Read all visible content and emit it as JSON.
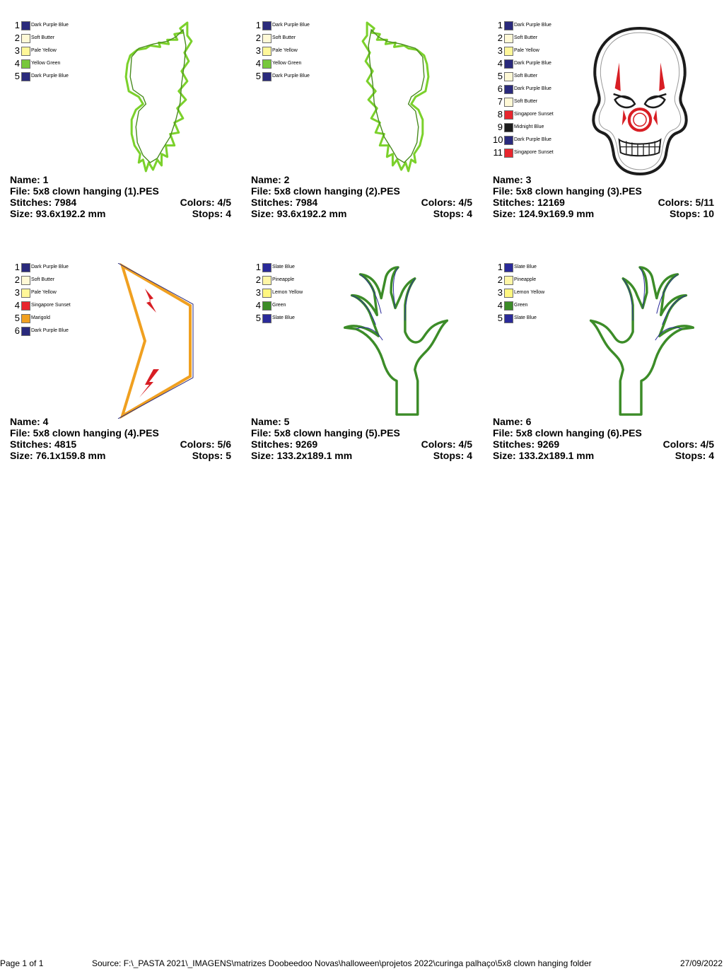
{
  "colors": {
    "Dark Purple Blue": "#2a2a7c",
    "Soft Butter": "#fff9d6",
    "Pale Yellow": "#fff799",
    "Yellow Green": "#78c83c",
    "Singapore Sunset": "#e8262e",
    "Midnight Blue": "#1c1c1c",
    "Marigold": "#f0a020",
    "Slate Blue": "#2a2a9a",
    "Pineapple": "#fff6a6",
    "Lemon Yellow": "#fff780",
    "Green": "#3c8c28"
  },
  "cards": [
    {
      "palette": [
        {
          "num": "1",
          "name": "Dark Purple Blue"
        },
        {
          "num": "2",
          "name": "Soft Butter"
        },
        {
          "num": "3",
          "name": "Pale Yellow"
        },
        {
          "num": "4",
          "name": "Yellow Green"
        },
        {
          "num": "5",
          "name": "Dark Purple Blue"
        }
      ],
      "name": "Name: 1",
      "file": "File: 5x8 clown hanging (1).PES",
      "stitches": "Stitches: 7984",
      "colors": "Colors: 4/5",
      "size": "Size: 93.6x192.2 mm",
      "stops": "Stops: 4"
    },
    {
      "palette": [
        {
          "num": "1",
          "name": "Dark Purple Blue"
        },
        {
          "num": "2",
          "name": "Soft Butter"
        },
        {
          "num": "3",
          "name": "Pale Yellow"
        },
        {
          "num": "4",
          "name": "Yellow Green"
        },
        {
          "num": "5",
          "name": "Dark Purple Blue"
        }
      ],
      "name": "Name: 2",
      "file": "File: 5x8 clown hanging (2).PES",
      "stitches": "Stitches: 7984",
      "colors": "Colors: 4/5",
      "size": "Size: 93.6x192.2 mm",
      "stops": "Stops: 4"
    },
    {
      "palette": [
        {
          "num": "1",
          "name": "Dark Purple Blue"
        },
        {
          "num": "2",
          "name": "Soft Butter"
        },
        {
          "num": "3",
          "name": "Pale Yellow"
        },
        {
          "num": "4",
          "name": "Dark Purple Blue"
        },
        {
          "num": "5",
          "name": "Soft Butter"
        },
        {
          "num": "6",
          "name": "Dark Purple Blue"
        },
        {
          "num": "7",
          "name": "Soft Butter"
        },
        {
          "num": "8",
          "name": "Singapore Sunset"
        },
        {
          "num": "9",
          "name": "Midnight Blue"
        },
        {
          "num": "10",
          "name": "Dark Purple Blue"
        },
        {
          "num": "11",
          "name": "Singapore Sunset"
        }
      ],
      "name": "Name: 3",
      "file": "File: 5x8 clown hanging (3).PES",
      "stitches": "Stitches: 12169",
      "colors": "Colors: 5/11",
      "size": "Size: 124.9x169.9 mm",
      "stops": "Stops: 10"
    },
    {
      "palette": [
        {
          "num": "1",
          "name": "Dark Purple Blue"
        },
        {
          "num": "2",
          "name": "Soft Butter"
        },
        {
          "num": "3",
          "name": "Pale Yellow"
        },
        {
          "num": "4",
          "name": "Singapore Sunset"
        },
        {
          "num": "5",
          "name": "Marigold"
        },
        {
          "num": "6",
          "name": "Dark Purple Blue"
        }
      ],
      "name": "Name: 4",
      "file": "File: 5x8 clown hanging (4).PES",
      "stitches": "Stitches: 4815",
      "colors": "Colors: 5/6",
      "size": "Size: 76.1x159.8 mm",
      "stops": "Stops: 5"
    },
    {
      "palette": [
        {
          "num": "1",
          "name": "Slate Blue"
        },
        {
          "num": "2",
          "name": "Pineapple"
        },
        {
          "num": "3",
          "name": "Lemon Yellow"
        },
        {
          "num": "4",
          "name": "Green"
        },
        {
          "num": "5",
          "name": "Slate Blue"
        }
      ],
      "name": "Name: 5",
      "file": "File: 5x8 clown hanging (5).PES",
      "stitches": "Stitches: 9269",
      "colors": "Colors: 4/5",
      "size": "Size: 133.2x189.1 mm",
      "stops": "Stops: 4"
    },
    {
      "palette": [
        {
          "num": "1",
          "name": "Slate Blue"
        },
        {
          "num": "2",
          "name": "Pineapple"
        },
        {
          "num": "3",
          "name": "Lemon Yellow"
        },
        {
          "num": "4",
          "name": "Green"
        },
        {
          "num": "5",
          "name": "Slate Blue"
        }
      ],
      "name": "Name: 6",
      "file": "File: 5x8 clown hanging (6).PES",
      "stitches": "Stitches: 9269",
      "colors": "Colors: 4/5",
      "size": "Size: 133.2x189.1 mm",
      "stops": "Stops: 4"
    }
  ],
  "footer": {
    "page": "Page 1 of 1",
    "source": "Source: F:\\_PASTA 2021\\_IMAGENS\\matrizes Doobeedoo Novas\\halloween\\projetos 2022\\curinga palhaço\\5x8 clown hanging folder",
    "date": "27/09/2022"
  }
}
